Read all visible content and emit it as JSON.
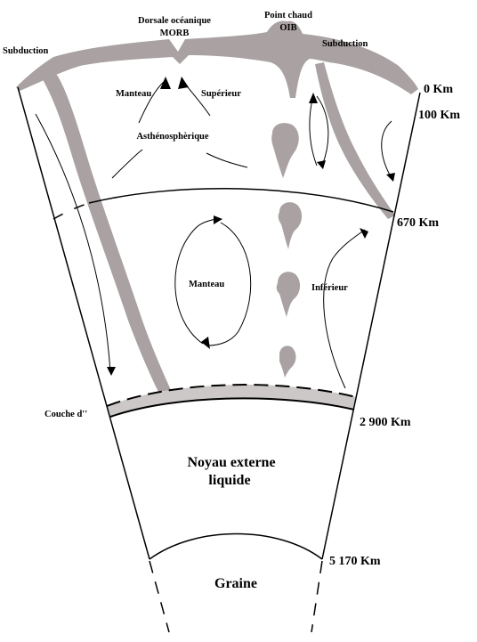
{
  "labels": {
    "ridge_line1": "Dorsale océanique",
    "ridge_line2": "MORB",
    "hotspot_line1": "Point chaud",
    "hotspot_line2": "OIB",
    "subduction_left": "Subduction",
    "subduction_right": "Subduction",
    "upper_mantle_left": "Manteau",
    "upper_mantle_right": "Supérieur",
    "asthenosphere": "Asthénosphèrique",
    "lower_mantle_left": "Manteau",
    "lower_mantle_right": "Inférieur",
    "d_layer": "Couche d''",
    "outer_core_line1": "Noyau externe",
    "outer_core_line2": "liquide",
    "inner_core": "Graine"
  },
  "depths": [
    "0 Km",
    "100 Km",
    "670 Km",
    "2 900 Km",
    "5 170 Km"
  ],
  "colors": {
    "plume": "#aaa2a2",
    "d_layer": "#cdc8c8",
    "line": "#000000"
  }
}
